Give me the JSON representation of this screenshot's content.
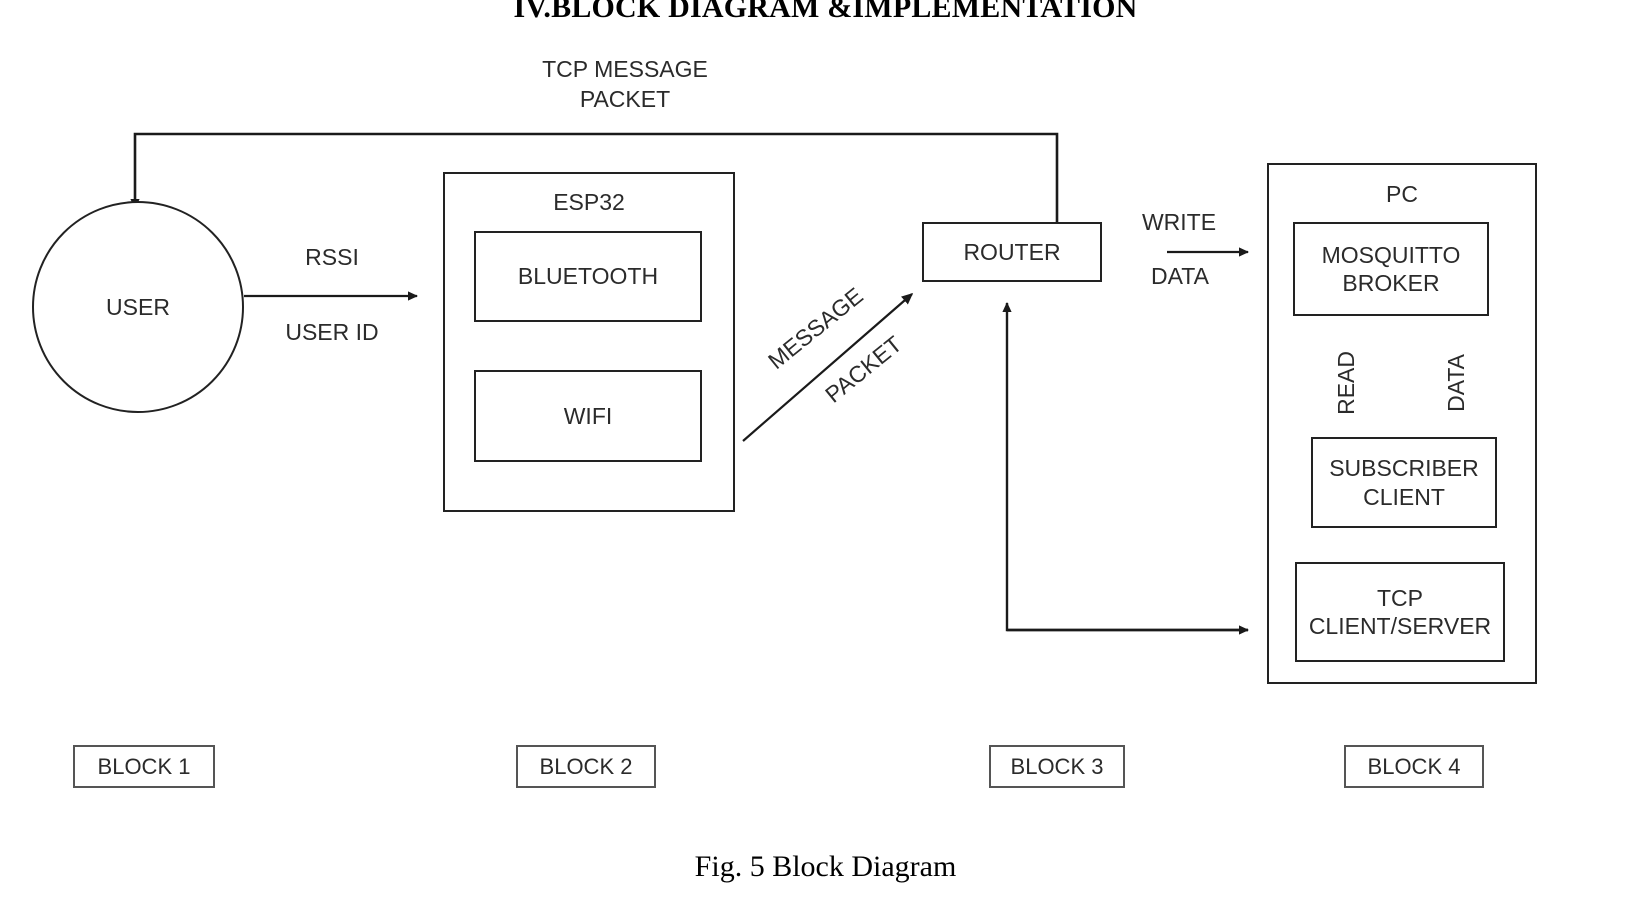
{
  "page": {
    "title": "IV.BLOCK DIAGRAM &IMPLEMENTATION",
    "caption": "Fig. 5 Block Diagram",
    "background": "#ffffff",
    "line_color": "#222222",
    "text_color": "#2b2b2b"
  },
  "nodes": {
    "user": {
      "label": "USER"
    },
    "esp32": {
      "label": "ESP32"
    },
    "bluetooth": {
      "label": "BLUETOOTH"
    },
    "wifi": {
      "label": "WIFI"
    },
    "router": {
      "label": "ROUTER"
    },
    "pc": {
      "label": "PC"
    },
    "mosquitto_broker": {
      "label": "MOSQUITTO\nBROKER"
    },
    "subscriber_client": {
      "label": "SUBSCRIBER\nCLIENT"
    },
    "tcp_client_server": {
      "label": "TCP\nCLIENT/SERVER"
    }
  },
  "edge_labels": {
    "tcp_message_packet": "TCP MESSAGE\nPACKET",
    "rssi": "RSSI",
    "user_id": "USER ID",
    "message": "MESSAGE",
    "packet": "PACKET",
    "write": "WRITE",
    "data": "DATA",
    "read": "READ",
    "data_vertical": "DATA"
  },
  "blocks": [
    {
      "label": "BLOCK 1"
    },
    {
      "label": "BLOCK 2"
    },
    {
      "label": "BLOCK 3"
    },
    {
      "label": "BLOCK 4"
    }
  ]
}
